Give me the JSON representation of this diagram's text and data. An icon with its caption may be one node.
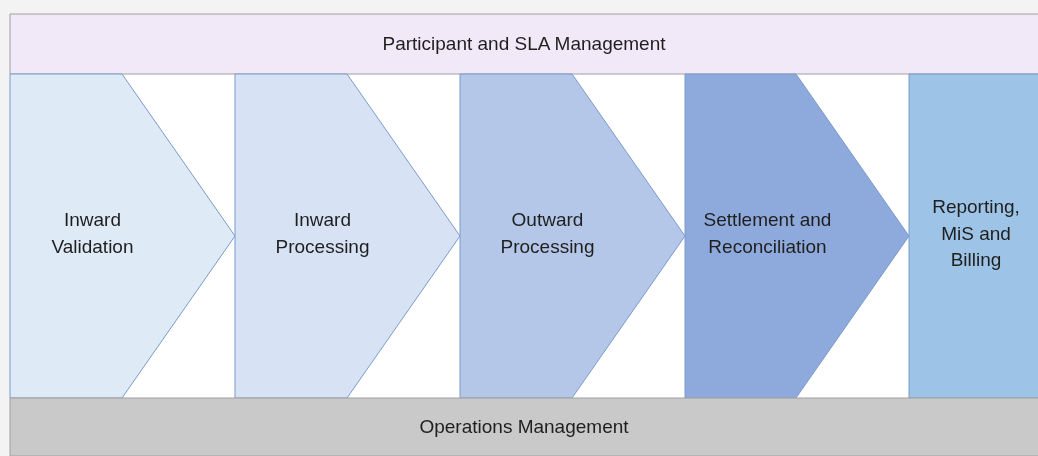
{
  "diagram": {
    "nodes": [
      {
        "text": [
          "Participant and SLA Management"
        ]
      },
      {
        "text": [
          "Inward Validation"
        ]
      },
      {
        "text": [
          "Inward Processing"
        ]
      },
      {
        "text": [
          "Outward Processing"
        ]
      },
      {
        "text": [
          "Settlement and Reconciliation"
        ]
      },
      {
        "text": [
          "Reporting, MiS and Billing"
        ]
      },
      {
        "text": [
          "Operations Management"
        ]
      }
    ]
  }
}
